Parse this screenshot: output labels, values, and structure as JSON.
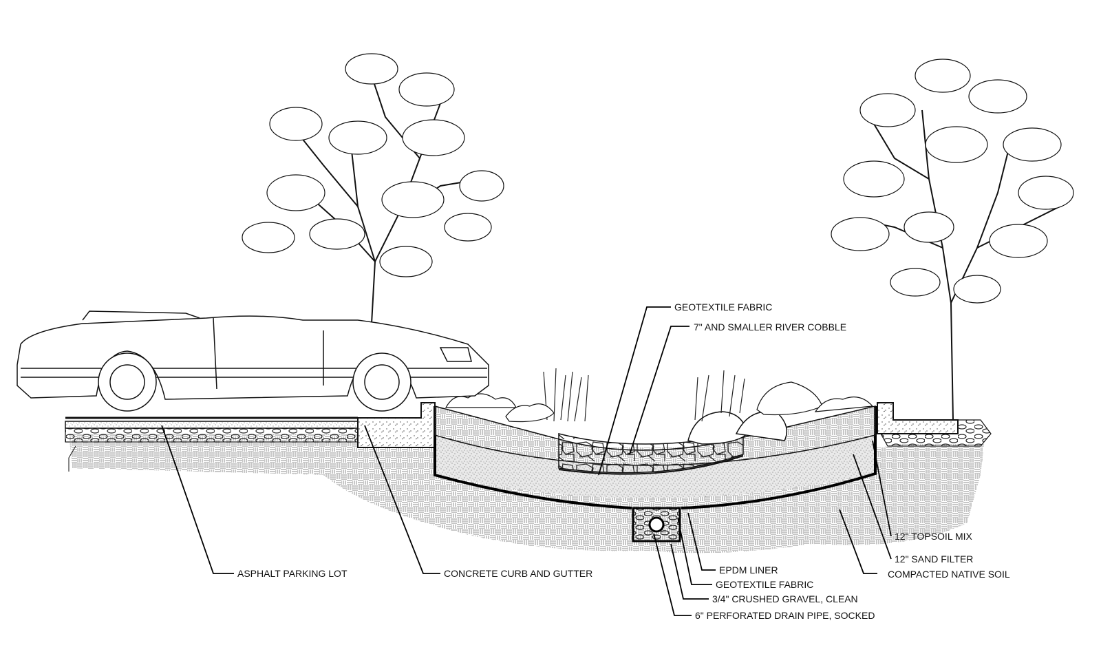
{
  "colors": {
    "ink": "#111111",
    "soil_hatch": "#9a9a9a",
    "sand_fill": "#e9e9e9",
    "background": "#ffffff"
  },
  "icons": {
    "vehicle": "convertible-car-icon",
    "tree": "deciduous-tree-icon",
    "grass": "ornamental-grass-icon",
    "shrub": "shrub-icon",
    "boulder": "boulder-icon"
  },
  "labels": {
    "geotextile_top": "GEOTEXTILE FABRIC",
    "river_cobble": "7\" AND SMALLER RIVER COBBLE",
    "topsoil": "12\" TOPSOIL MIX",
    "sand_filter": "12\" SAND FILTER",
    "native_soil": "COMPACTED NATIVE SOIL",
    "epdm": "EPDM LINER",
    "geotextile_bottom": "GEOTEXTILE FABRIC",
    "gravel": "3/4\" CRUSHED GRAVEL, CLEAN",
    "drain_pipe": "6\" PERFORATED DRAIN PIPE, SOCKED",
    "asphalt": "ASPHALT PARKING LOT",
    "curb": "CONCRETE CURB AND GUTTER"
  }
}
